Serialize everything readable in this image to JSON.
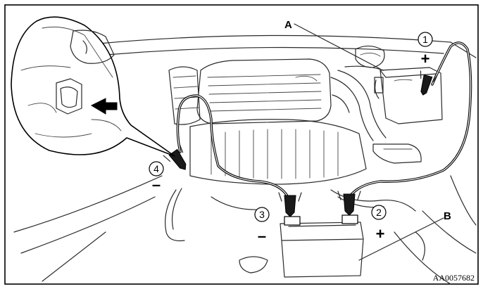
{
  "diagram": {
    "labels": {
      "a": "A",
      "b": "B"
    },
    "steps": {
      "one": "1",
      "two": "2",
      "three": "3",
      "four": "4"
    },
    "signs": {
      "plus_top": "+",
      "plus_booster": "+",
      "minus_booster": "–",
      "minus_ground": "–"
    },
    "figure_code": "AA0057682"
  }
}
